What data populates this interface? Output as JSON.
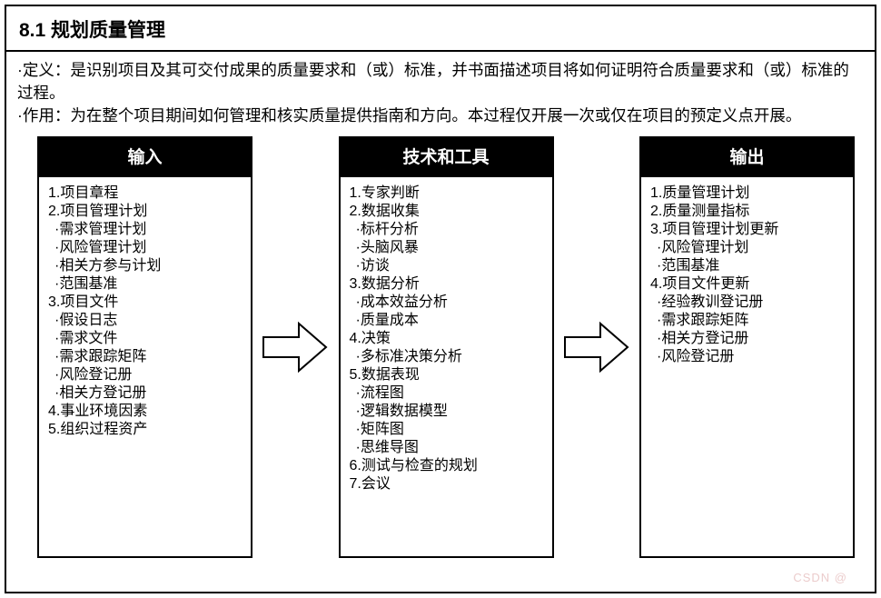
{
  "title": "8.1 规划质量管理",
  "description": [
    "·定义：是识别项目及其可交付成果的质量要求和（或）标准，并书面描述项目将如何证明符合质量要求和（或）标准的过程。",
    "·作用：为在整个项目期间如何管理和核实质量提供指南和方向。本过程仅开展一次或仅在项目的预定义点开展。"
  ],
  "columns": [
    {
      "id": "inputs",
      "header": "输入",
      "items": [
        {
          "text": "1.项目章程",
          "level": 0
        },
        {
          "text": "2.项目管理计划",
          "level": 0
        },
        {
          "text": "·需求管理计划",
          "level": 1
        },
        {
          "text": "·风险管理计划",
          "level": 1
        },
        {
          "text": "·相关方参与计划",
          "level": 1
        },
        {
          "text": "·范围基准",
          "level": 1
        },
        {
          "text": "3.项目文件",
          "level": 0
        },
        {
          "text": "·假设日志",
          "level": 1
        },
        {
          "text": "·需求文件",
          "level": 1
        },
        {
          "text": "·需求跟踪矩阵",
          "level": 1
        },
        {
          "text": "·风险登记册",
          "level": 1
        },
        {
          "text": "·相关方登记册",
          "level": 1
        },
        {
          "text": "4.事业环境因素",
          "level": 0
        },
        {
          "text": "5.组织过程资产",
          "level": 0
        }
      ]
    },
    {
      "id": "tools",
      "header": "技术和工具",
      "items": [
        {
          "text": "1.专家判断",
          "level": 0
        },
        {
          "text": "2.数据收集",
          "level": 0
        },
        {
          "text": "·标杆分析",
          "level": 1
        },
        {
          "text": "·头脑风暴",
          "level": 1
        },
        {
          "text": "·访谈",
          "level": 1
        },
        {
          "text": "3.数据分析",
          "level": 0
        },
        {
          "text": "·成本效益分析",
          "level": 1
        },
        {
          "text": "·质量成本",
          "level": 1
        },
        {
          "text": "4.决策",
          "level": 0
        },
        {
          "text": "·多标准决策分析",
          "level": 1
        },
        {
          "text": "5.数据表现",
          "level": 0
        },
        {
          "text": "·流程图",
          "level": 1
        },
        {
          "text": "·逻辑数据模型",
          "level": 1
        },
        {
          "text": "·矩阵图",
          "level": 1
        },
        {
          "text": "·思维导图",
          "level": 1
        },
        {
          "text": "6.测试与检查的规划",
          "level": 0
        },
        {
          "text": "7.会议",
          "level": 0
        }
      ]
    },
    {
      "id": "outputs",
      "header": "输出",
      "items": [
        {
          "text": "1.质量管理计划",
          "level": 0
        },
        {
          "text": "2.质量测量指标",
          "level": 0
        },
        {
          "text": "3.项目管理计划更新",
          "level": 0
        },
        {
          "text": "·风险管理计划",
          "level": 1
        },
        {
          "text": "·范围基准",
          "level": 1
        },
        {
          "text": "4.项目文件更新",
          "level": 0
        },
        {
          "text": "·经验教训登记册",
          "level": 1
        },
        {
          "text": "·需求跟踪矩阵",
          "level": 1
        },
        {
          "text": "·相关方登记册",
          "level": 1
        },
        {
          "text": "·风险登记册",
          "level": 1
        }
      ]
    }
  ],
  "watermark": "CSDN @"
}
